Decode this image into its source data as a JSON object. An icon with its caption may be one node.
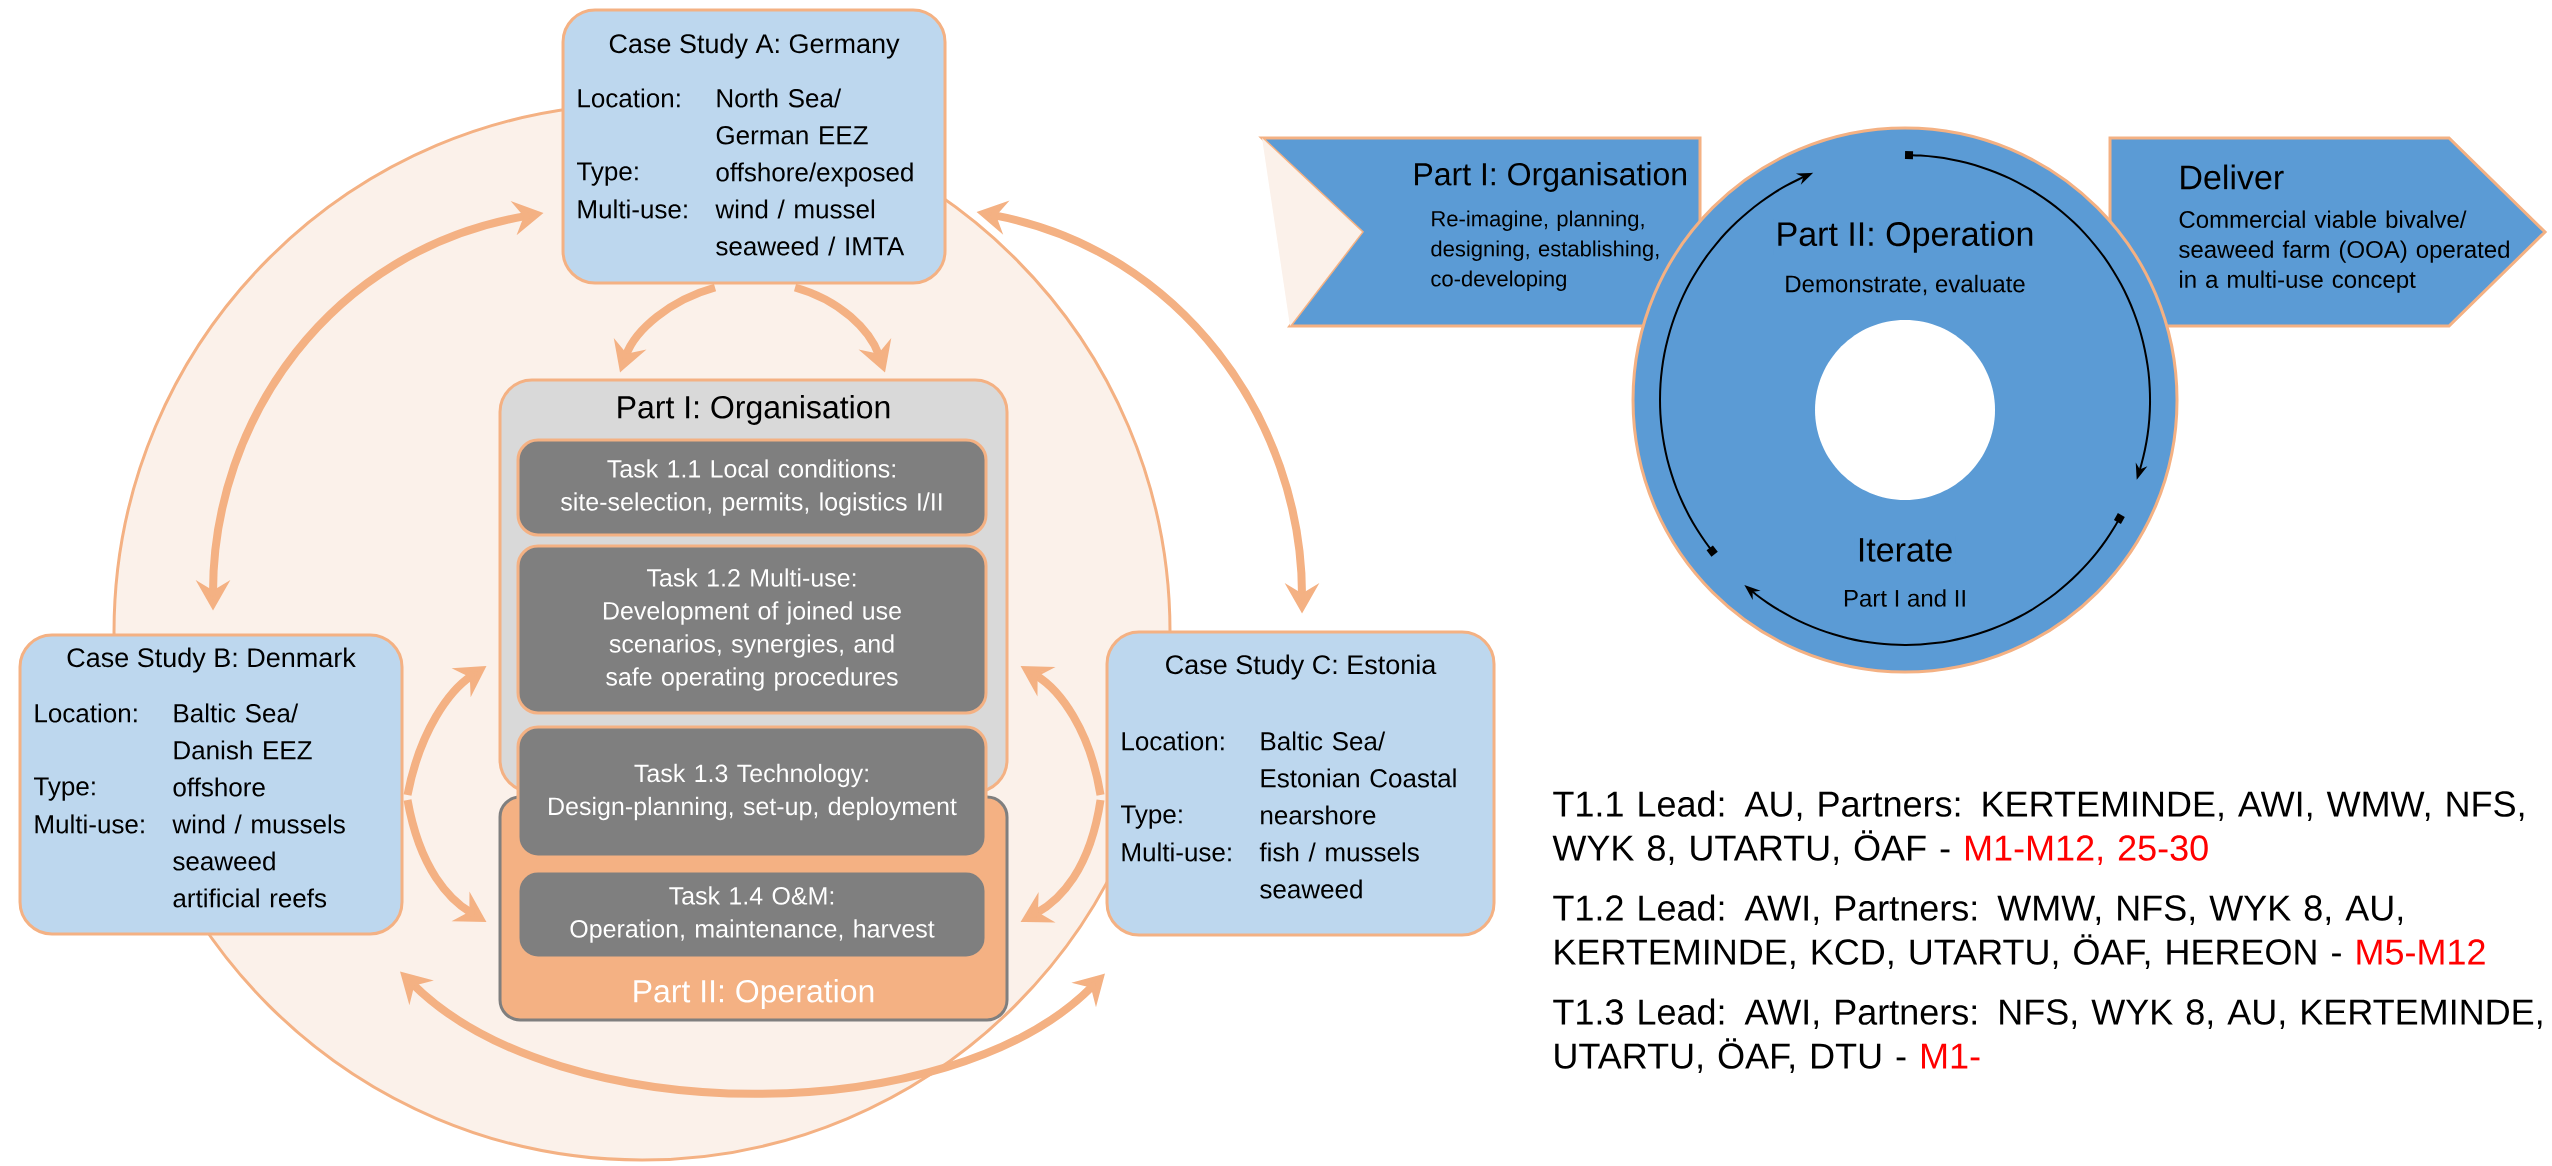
{
  "diagram": {
    "nodes": [
      {
        "text": [
          "Case Study A: Germany",
          "Location:",
          "North Sea/ German EEZ",
          "Type:",
          "offshore/exposed",
          "Multi-use:",
          "wind / mussel seaweed / IMTA"
        ]
      },
      {
        "text": [
          "Case Study B: Denmark",
          "Location:",
          "Baltic Sea/ Danish EEZ",
          "Type:",
          "offshore",
          "Multi-use:",
          "wind / mussels seaweed artificial reefs"
        ]
      },
      {
        "text": [
          "Case Study C: Estonia",
          "Location:",
          "Baltic Sea/ Estonian Coastal",
          "Type:",
          "nearshore",
          "Multi-use:",
          "fish / mussels seaweed"
        ]
      },
      {
        "text": [
          "Part I: Organisation"
        ]
      },
      {
        "text": [
          "Task 1.1 Local conditions:",
          "site-selection, permits, logistics I/II"
        ],
        "in": 3
      },
      {
        "text": [
          "Task 1.2 Multi-use:",
          "Development of joined use scenarios, synergies, and safe operating procedures"
        ],
        "in": 3
      },
      {
        "text": [
          "Task 1.3 Technology:",
          "Design-planning, set-up, deployment"
        ]
      },
      {
        "text": [
          "Part II: Operation"
        ]
      },
      {
        "text": [
          "Task 1.4 O&M:",
          "Operation, maintenance, harvest"
        ],
        "in": 7
      },
      {
        "text": [
          "Part I: Organisation",
          "Re-imagine, planning, designing, establishing, co-developing"
        ]
      },
      {
        "text": [
          "Part II: Operation",
          "Demonstrate, evaluate",
          "Iterate",
          "Part I and II"
        ]
      },
      {
        "text": [
          "Deliver",
          "Commercial viable bivalve/ seaweed farm (OOA) operated in a multi-use concept"
        ]
      }
    ],
    "edges": [
      {
        "from": 0,
        "to": 1,
        "arrow": "both"
      },
      {
        "from": 0,
        "to": 2,
        "arrow": "both"
      },
      {
        "from": 0,
        "to": 3,
        "arrow": "to"
      },
      {
        "from": 0,
        "to": 3,
        "arrow": "to"
      },
      {
        "from": 1,
        "to": 3,
        "arrow": "to"
      },
      {
        "from": 1,
        "to": 7,
        "arrow": "to"
      },
      {
        "from": 2,
        "to": 3,
        "arrow": "to"
      },
      {
        "from": 2,
        "to": 7,
        "arrow": "to"
      },
      {
        "from": 1,
        "to": 2,
        "arrow": "both"
      }
    ],
    "labels": [
      "T1.1",
      "Lead: AU, Partners: KERTEMINDE, AWI, WMW, NFS, WYK 8, UTARTU, ÖAF -",
      "M1-M12, 25-30",
      "T1.2",
      "Lead: AWI, Partners: WMW, NFS, WYK 8, AU, KERTEMINDE, KCD, UTARTU, ÖAF, HEREON -",
      "M5-M12",
      "T1.3",
      "Lead: AWI, Partners: NFS, WYK 8, AU, KERTEMINDE, UTARTU, ÖAF, DTU -",
      "M1-"
    ]
  }
}
